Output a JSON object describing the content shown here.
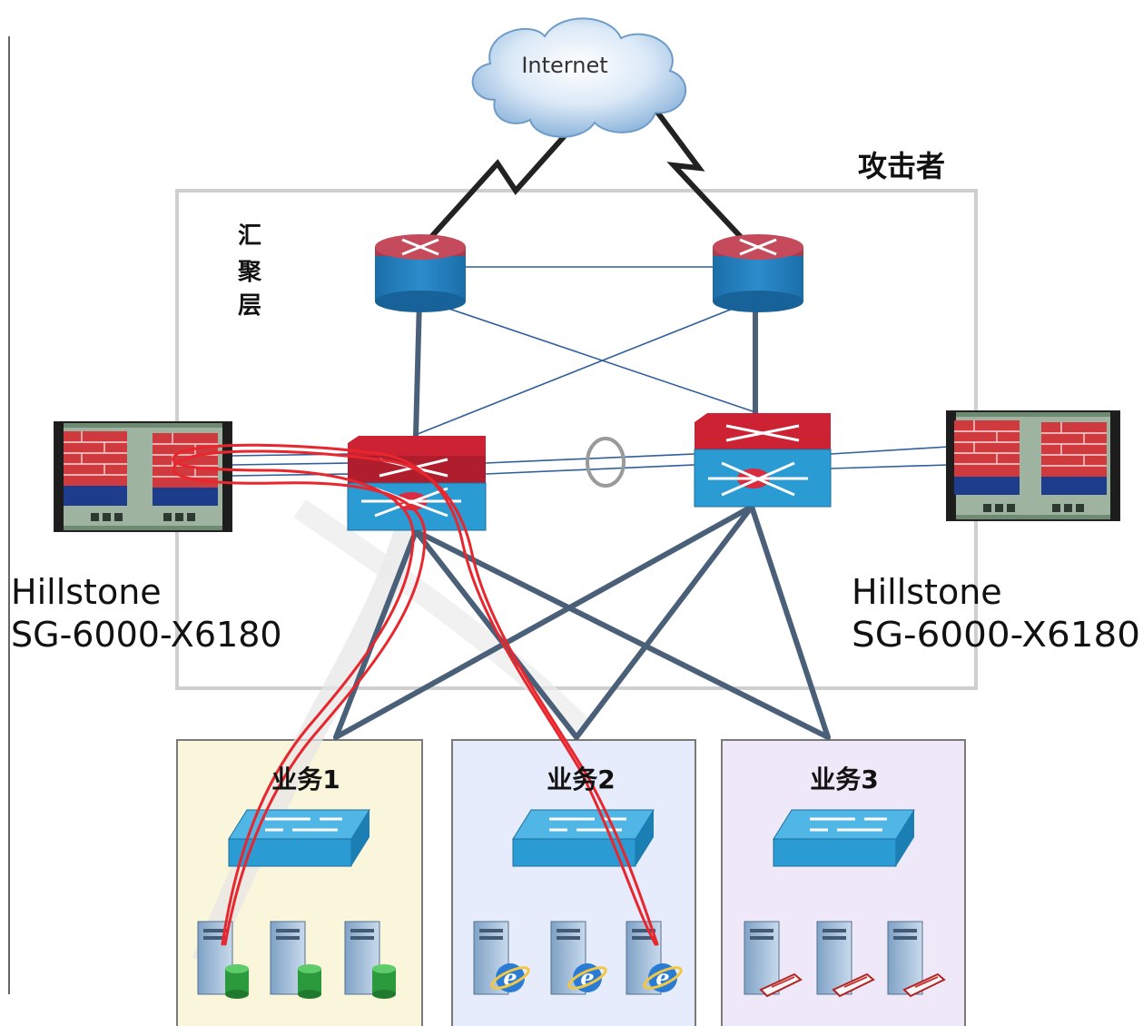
{
  "cloud": {
    "label": "Internet"
  },
  "attacker_label": "攻击者",
  "aggregation_layer_label": [
    "汇",
    "聚",
    "层"
  ],
  "firewalls": [
    {
      "line1": "Hillstone",
      "line2": "SG-6000-X6180"
    },
    {
      "line1": "Hillstone",
      "line2": "SG-6000-X6180"
    }
  ],
  "business_zones": [
    {
      "label": "业务1",
      "fill": "#faf6dc",
      "server_badge": "database"
    },
    {
      "label": "业务2",
      "fill": "#e6ecfb",
      "server_badge": "ie-browser"
    },
    {
      "label": "业务3",
      "fill": "#efe8f8",
      "server_badge": "mail-book"
    }
  ],
  "colors": {
    "trunk": "#4a5f78",
    "thin_link": "#2f5f9c",
    "attack_path": "#e8262d",
    "router_top": "#c44a5c",
    "router_body": "#1f7ab8",
    "switch_body": "#2a9bd3",
    "switch_top": "#cc2234",
    "zone_border": "#7a7a7a",
    "box_border": "#cfcfcf"
  },
  "icons": [
    "cloud-icon",
    "router-icon",
    "core-switch-icon",
    "firewall-icon",
    "access-switch-icon",
    "server-icon",
    "database-icon",
    "ie-browser-icon",
    "mail-book-icon"
  ]
}
